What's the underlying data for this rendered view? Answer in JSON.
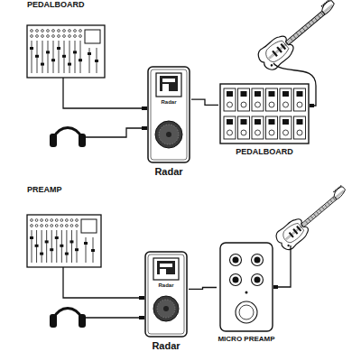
{
  "diagram": {
    "nodes": [
      {
        "text": [
          "Radar"
        ]
      },
      {
        "text": [
          "PEDALBOARD"
        ]
      },
      {
        "text": [
          "Radar"
        ]
      },
      {
        "text": [
          "MICRO PREAMP"
        ]
      }
    ],
    "edges": [
      {
        "from": 1,
        "to": 0,
        "arrow": "none"
      },
      {
        "from": 3,
        "to": 2,
        "arrow": "none"
      }
    ],
    "labels": [
      "PEDALBOARD",
      "Radar",
      "PREAMP",
      "Radar"
    ]
  }
}
